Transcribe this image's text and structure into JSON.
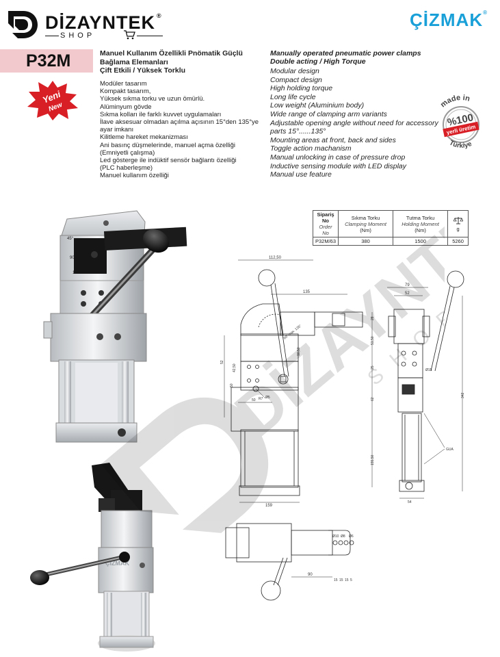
{
  "header": {
    "brand_name": "DİZAYNTEK",
    "brand_reg": "®",
    "brand_sub": "SHOP",
    "partner_name": "ÇİZMAK",
    "partner_reg": "®"
  },
  "product": {
    "model": "P32M",
    "badge_text_1": "Yeni",
    "badge_text_2": "New"
  },
  "turkish": {
    "title_lines": [
      "Manuel Kullanım Özellikli Pnömatik Güçlü",
      "Bağlama Elemanları",
      "Çift Etkili / Yüksek Torklu"
    ],
    "features": [
      "Modüler tasarım",
      "Kompakt tasarım,",
      "Yüksek sıkma torku ve uzun  ömürlü.",
      "Alüminyum gövde",
      "Sıkma kolları ile farklı kuvvet uygulamaları",
      "İlave aksesuar olmadan açılma açısının 15°den 135°ye",
      "ayar imkanı",
      "Kilitleme hareket mekanizması",
      "Ani basınç düşmelerinde, manuel açma özelliği",
      "(Emniyetli çalışma)",
      "Led gösterge ile indüktif sensör bağlantı özelliği",
      "(PLC haberleşme)",
      "Manuel kullanım özelliği"
    ]
  },
  "english": {
    "title_lines": [
      "Manually operated pneumatic power clamps",
      "Double acting / High Torque"
    ],
    "features": [
      "Modular design",
      "Compact design",
      "High holding torque",
      "Long life cycle",
      "Low weight (Aluminium body)",
      "Wide range of clamping arm variants",
      "Adjustable opening angle without need for accessory",
      "parts 15°......135°",
      "Mounting areas at front, back and sides",
      "Toggle action machanism",
      "Manual unlocking in case of pressure drop",
      "Inductive sensing module with LED display",
      "Manual use feature"
    ]
  },
  "stamp": {
    "top": "made in",
    "percent": "%100",
    "middle": "yerli üretim",
    "bottom": "Türkiye"
  },
  "spec_table": {
    "col1": [
      "Sipariş No",
      "Order No"
    ],
    "col2": [
      "Sıkma Torku",
      "Clamping Moment",
      "(Nm)"
    ],
    "col3": [
      "Tutma Torku",
      "Holding Moment",
      "(Nm)"
    ],
    "col4": [
      "g"
    ],
    "row": [
      "P32M/63",
      "380",
      "1500",
      "5260"
    ]
  },
  "product_photo": {
    "angle_labels": [
      "45°",
      "90°",
      "135°"
    ],
    "engraving": "ÇİZMAK"
  },
  "drawing_front": {
    "dims": [
      "112,50",
      "135",
      "28",
      "51,50",
      "25",
      "62",
      "155,50",
      "159",
      "16,50",
      "52",
      "42,50",
      "50",
      "50",
      "R7",
      "Ø5",
      "60° max. 135°"
    ]
  },
  "drawing_side": {
    "dims": [
      "79",
      "52",
      "342",
      "54",
      "Ø15"
    ],
    "label": "GUA"
  },
  "drawing_top": {
    "dims": [
      "90",
      "15",
      "15",
      "15",
      "5",
      "Ø10",
      "Ø8",
      "Ø6"
    ]
  },
  "watermark": {
    "text": "DİZAYNTEK",
    "sub": "SHOP"
  }
}
